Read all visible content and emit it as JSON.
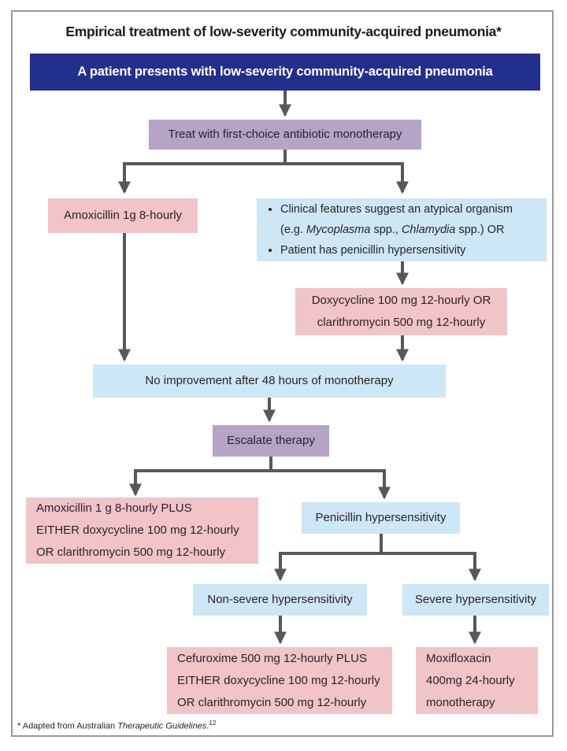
{
  "colors": {
    "navy": "#232f8c",
    "purple": "#b5a4c5",
    "pink": "#f1c4c8",
    "blue": "#cde7f6",
    "arrow": "#57585a",
    "frame": "#96999c",
    "ink": "#29222b",
    "title-ink": "#1d1a1c"
  },
  "title": "Empirical treatment of low-severity community-acquired pneumonia*",
  "nodes": {
    "start": {
      "label": "A patient presents with low-severity community-acquired pneumonia"
    },
    "first_choice": {
      "label": "Treat with first-choice antibiotic monotherapy"
    },
    "amoxicillin": {
      "label": "Amoxicillin 1g 8-hourly"
    },
    "atypical": {
      "bullet1": {
        "pre": "Clinical features suggest an atypical organism (e.g. ",
        "italic1": "Mycoplasma",
        "mid": " spp., ",
        "italic2": "Chlamydia",
        "post": " spp.) OR"
      },
      "bullet2": "Patient has penicillin hypersensitivity"
    },
    "doxycycline": {
      "lines": [
        "Doxycycline 100 mg 12-hourly OR",
        "clarithromycin 500 mg 12-hourly"
      ]
    },
    "no_improvement": {
      "label": "No improvement after 48 hours of monotherapy"
    },
    "escalate": {
      "label": "Escalate therapy"
    },
    "escalate_amoxicillin": {
      "lines": [
        "Amoxicillin 1 g 8-hourly PLUS",
        "EITHER doxycycline 100 mg 12-hourly",
        "OR clarithromycin 500 mg 12-hourly"
      ]
    },
    "penicillin_hypersensitivity": {
      "label": "Penicillin hypersensitivity"
    },
    "non_severe": {
      "label": "Non-severe hypersensitivity"
    },
    "severe": {
      "label": "Severe hypersensitivity"
    },
    "cefuroxime": {
      "lines": [
        "Cefuroxime 500 mg 12-hourly PLUS",
        "EITHER doxycycline 100 mg 12-hourly",
        "OR clarithromycin 500 mg 12-hourly"
      ]
    },
    "moxifloxacin": {
      "lines": [
        "Moxifloxacin",
        "400mg 24-hourly",
        "monotherapy"
      ]
    }
  },
  "footnote": {
    "prefix": "* Adapted from Australian ",
    "italic": "Therapeutic Guidelines",
    "suffix": ".",
    "superscript": "12"
  }
}
